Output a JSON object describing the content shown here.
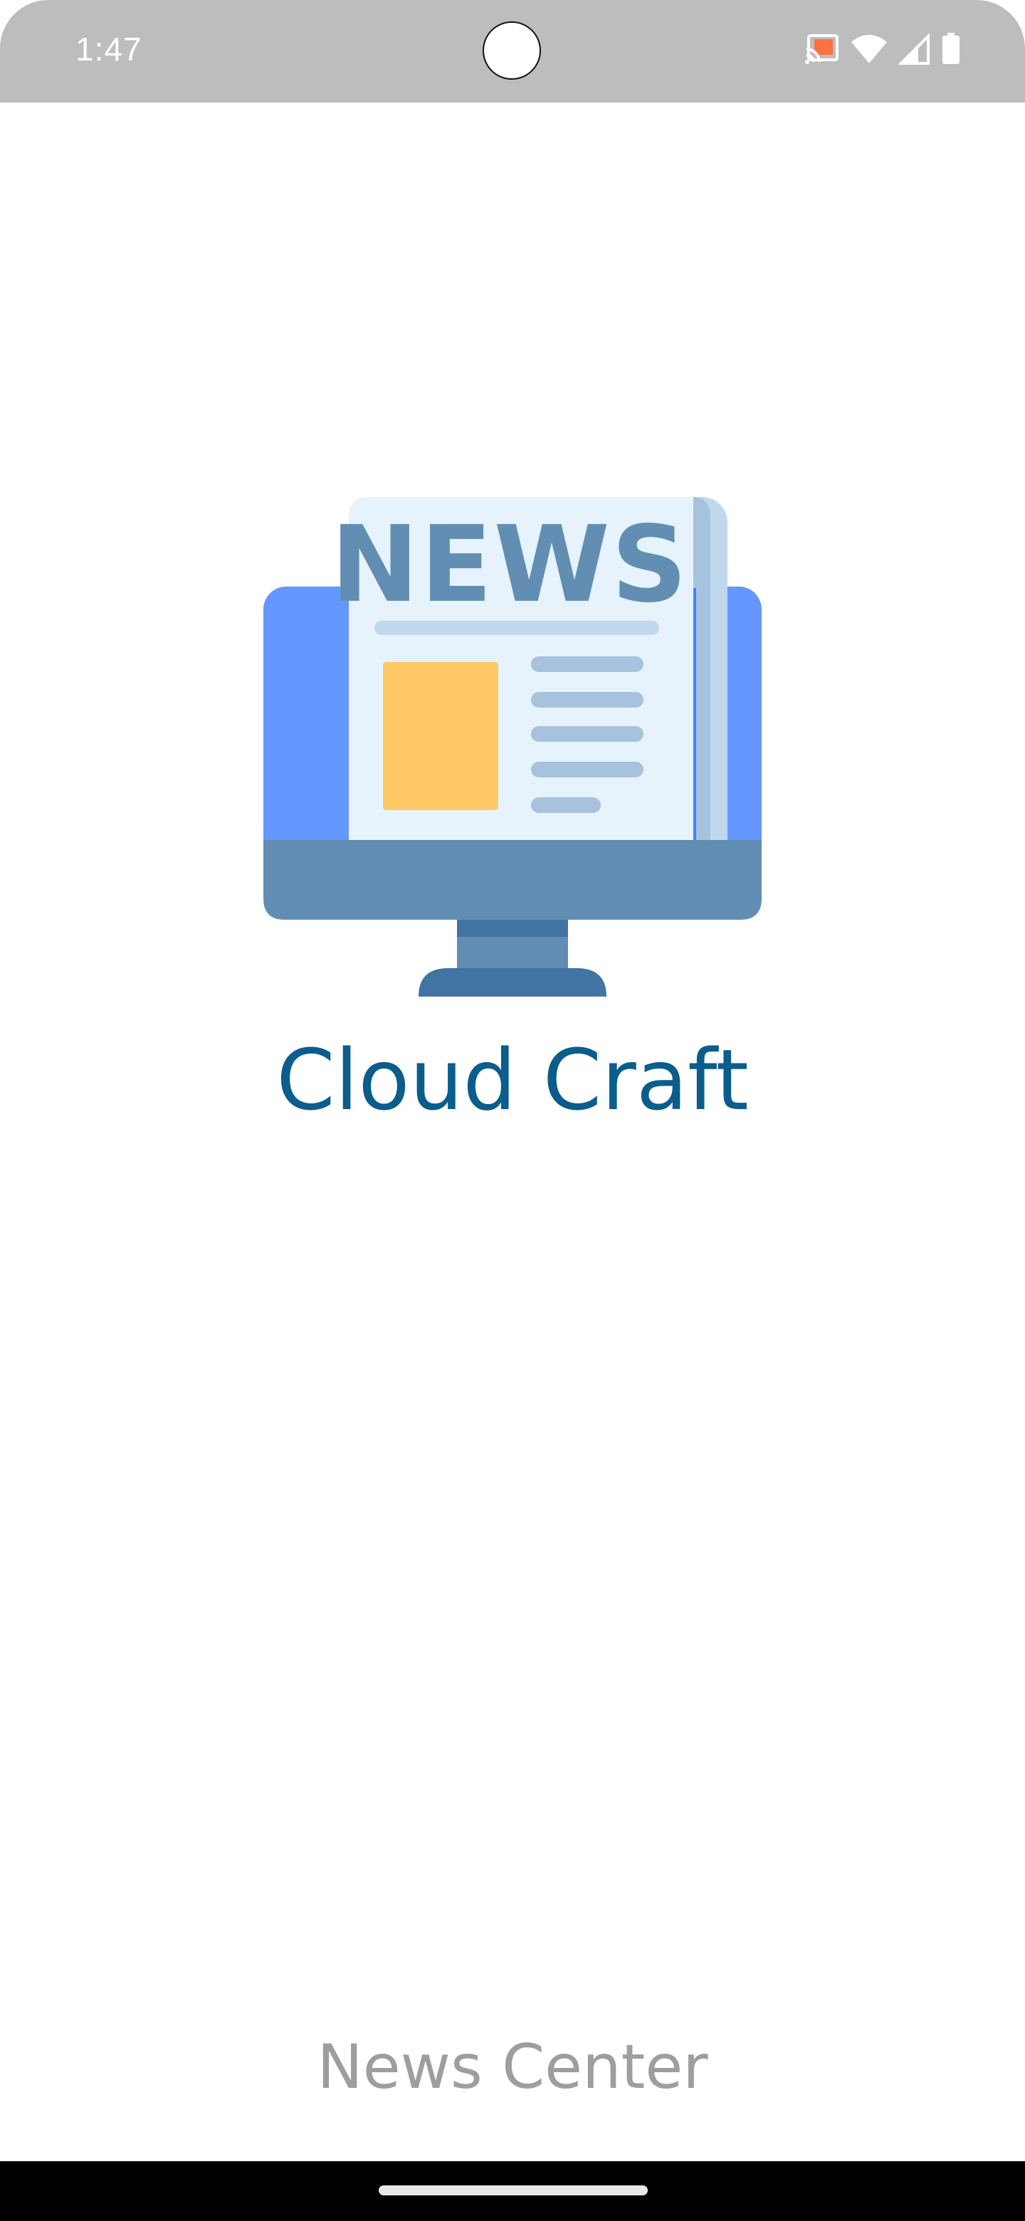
{
  "status_bar": {
    "time": "1:47",
    "icons": [
      "cast-icon",
      "wifi-icon",
      "cell-signal-icon",
      "battery-icon"
    ]
  },
  "splash": {
    "logo_icon": "news-monitor-icon",
    "logo_text": "NEWS",
    "app_name": "Cloud Craft",
    "subtitle": "News Center"
  },
  "colors": {
    "status_bar": "#bdbdbd",
    "app_name": "#0a5d8c",
    "subtitle": "#9e9e9e",
    "monitor_blue": "#6497ff",
    "monitor_base": "#628eb4",
    "newspaper_bg": "#e6f3fd",
    "image_block": "#fec965",
    "nav_bar": "#000000"
  }
}
